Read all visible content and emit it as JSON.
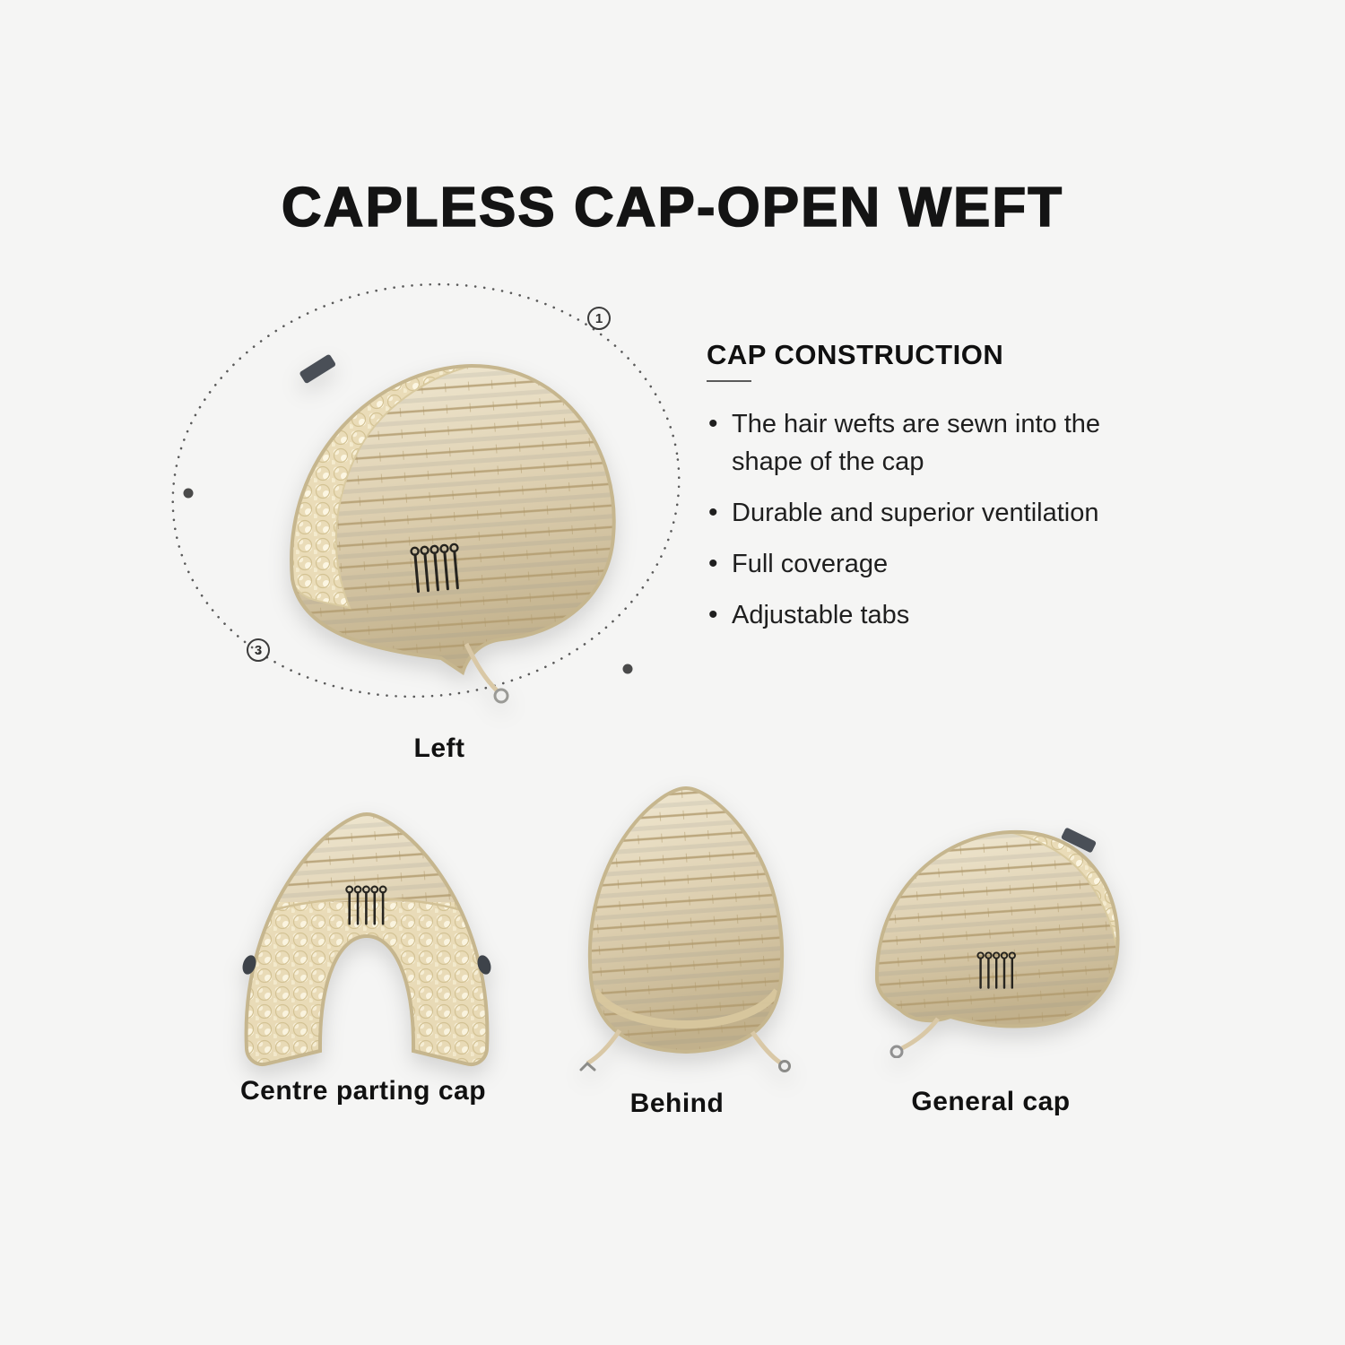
{
  "title": "CAPLESS CAP-OPEN WEFT",
  "construction": {
    "heading": "CAP CONSTRUCTION",
    "bullets": [
      "The hair wefts are sewn into the shape of the cap",
      "Durable and superior ventilation",
      "Full coverage",
      "Adjustable tabs"
    ]
  },
  "figures": {
    "left": {
      "label": "Left"
    },
    "centre": {
      "label": "Centre parting cap"
    },
    "behind": {
      "label": "Behind"
    },
    "general": {
      "label": "General cap"
    }
  },
  "annotations": {
    "marker_top": "1",
    "marker_bottom": "3"
  },
  "colors": {
    "background": "#f5f5f4",
    "title_text": "#141414",
    "body_text": "#1f1f1f",
    "cap_base": "#ded0b1",
    "cap_lace": "#eadcb8",
    "weft_line": "#b09a6c",
    "comb": "#26241f",
    "strap": "#d9c8a6",
    "tab": "#4a4f57"
  }
}
